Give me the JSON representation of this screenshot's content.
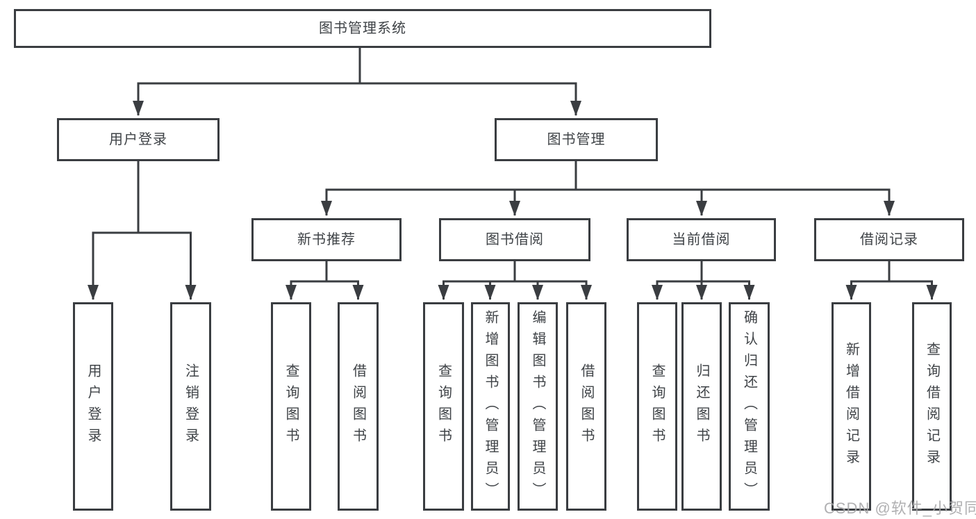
{
  "colors": {
    "line": "#3a3d41",
    "text": "#3f4347",
    "box_background": "#ffffff",
    "watermark": "#a8a8aa"
  },
  "tree": {
    "root": {
      "label": "图书管理系统"
    },
    "level2": [
      {
        "label": "用户登录"
      },
      {
        "label": "图书管理"
      }
    ],
    "level3": [
      {
        "label": "新书推荐"
      },
      {
        "label": "图书借阅"
      },
      {
        "label": "当前借阅"
      },
      {
        "label": "借阅记录"
      }
    ],
    "leaves": {
      "user_login": [
        {
          "label": "用户登录"
        },
        {
          "label": "注销登录"
        }
      ],
      "new_book_recommend": [
        {
          "label": "查询图书"
        },
        {
          "label": "借阅图书"
        }
      ],
      "book_borrow": [
        {
          "label": "查询图书"
        },
        {
          "label": "新增图书（管理员）"
        },
        {
          "label": "编辑图书（管理员）"
        },
        {
          "label": "借阅图书"
        }
      ],
      "current_borrow": [
        {
          "label": "查询图书"
        },
        {
          "label": "归还图书"
        },
        {
          "label": "确认归还（管理员）"
        }
      ],
      "borrow_record": [
        {
          "label": "新增借阅记录"
        },
        {
          "label": "查询借阅记录"
        }
      ]
    }
  },
  "watermark": {
    "text": "CSDN @软件_小贺同学"
  }
}
